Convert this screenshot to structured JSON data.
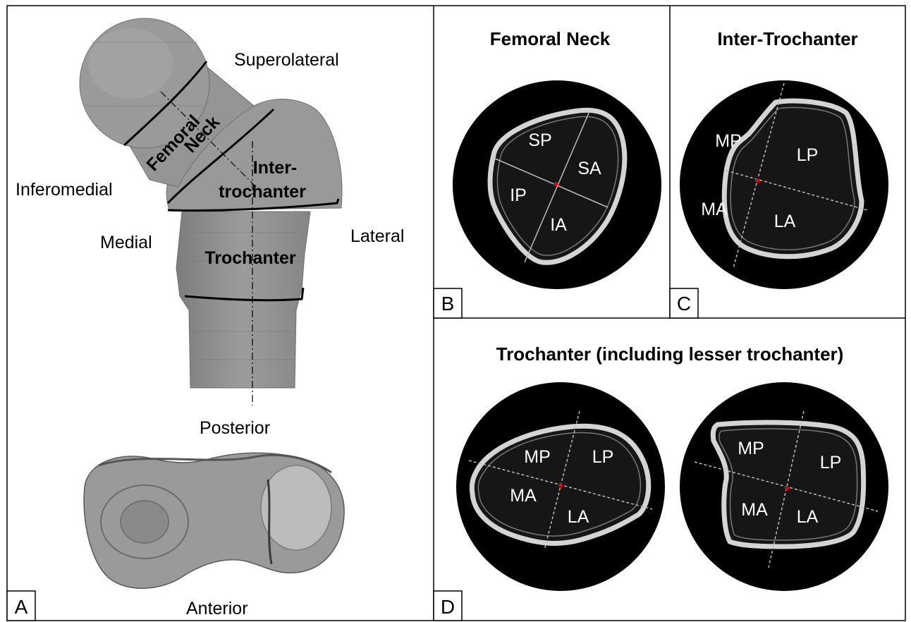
{
  "panels": {
    "a": {
      "letter": "A",
      "labels": {
        "superolateral": "Superolateral",
        "inferomedial": "Inferomedial",
        "medial": "Medial",
        "lateral": "Lateral",
        "posterior": "Posterior",
        "anterior": "Anterior"
      },
      "regions": {
        "femoral": "Femoral",
        "neck": "Neck",
        "inter": "Inter-",
        "trochanter_low": "trochanter",
        "trochanter": "Trochanter"
      }
    },
    "b": {
      "letter": "B",
      "title": "Femoral Neck",
      "quadrants": {
        "sp": "SP",
        "sa": "SA",
        "ip": "IP",
        "ia": "IA"
      }
    },
    "c": {
      "letter": "C",
      "title": "Inter-Trochanter",
      "quadrants": {
        "mp": "MP",
        "lp": "LP",
        "ma": "MA",
        "la": "LA"
      }
    },
    "d": {
      "letter": "D",
      "title": "Trochanter (including lesser trochanter)",
      "left": {
        "mp": "MP",
        "lp": "LP",
        "ma": "MA",
        "la": "LA"
      },
      "right": {
        "mp": "MP",
        "lp": "LP",
        "ma": "MA",
        "la": "LA"
      }
    }
  },
  "colors": {
    "bone": "#8c8c8c",
    "scan_bg": "#000000",
    "cortex": "#d8d8d8",
    "center_marker": "#e00000"
  }
}
